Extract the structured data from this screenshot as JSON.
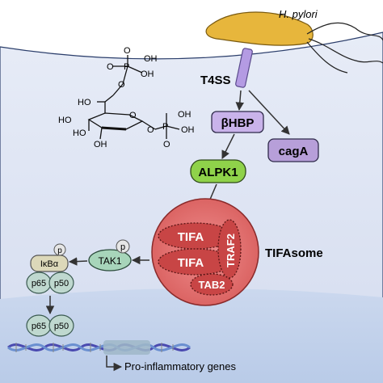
{
  "organism": {
    "label": "H. pylori"
  },
  "secretion_system": {
    "label": "T4SS"
  },
  "molecules": {
    "hbp": {
      "prefix": "β",
      "label": "HBP"
    },
    "caga": {
      "label": "cagA"
    },
    "alpk1": {
      "label": "ALPK1"
    },
    "tak1": {
      "label": "TAK1"
    },
    "ikba": {
      "label": "IκBα"
    },
    "p65": {
      "label": "p65"
    },
    "p50": {
      "label": "p50"
    },
    "phospho": {
      "label": "p"
    }
  },
  "tifasome": {
    "title": "TIFAsome",
    "tifa_top": "TIFA",
    "tifa_bottom": "TIFA",
    "traf2": "TRAF2",
    "tab2": "TAB2"
  },
  "structure": {
    "oh_1": "OH",
    "oh_2": "OH",
    "oh_3": "OH",
    "oh_4": "OH",
    "oh_5": "OH",
    "ho_1": "HO",
    "ho_2": "HO",
    "ho_3": "HO",
    "atom_p1": "P",
    "atom_p2": "P",
    "atom_o1": "O",
    "atom_o2": "O",
    "atom_o3": "O",
    "atom_o4": "O",
    "atom_o5": "O",
    "atom_o6": "O"
  },
  "genes": {
    "label": "Pro-inflammatory genes"
  },
  "colors": {
    "cell_bg": "#dfe6f3",
    "nucleus_bg": "#c5d4ec",
    "bacterium": "#e7b63c",
    "t4ss": "#b49be3",
    "hbp": "#c9b3ea",
    "caga": "#b79fd9",
    "alpk1": "#8fd24a",
    "tifasome": "#e47a7a",
    "tak1": "#a7d5ba",
    "ikba": "#dcd8b9",
    "p65_p50": "#bfd8cf"
  }
}
